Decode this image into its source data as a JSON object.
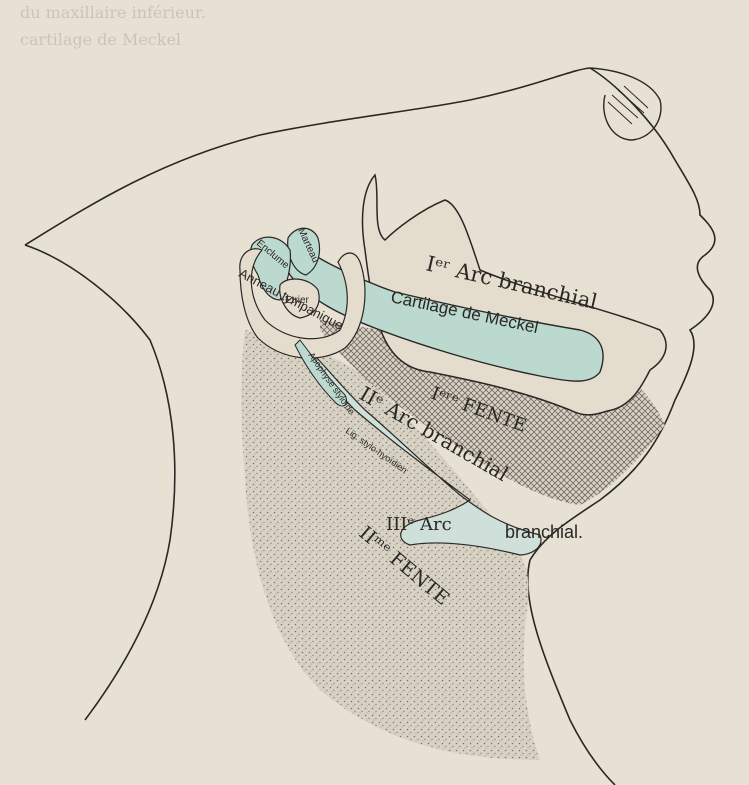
{
  "figure": {
    "background_color": "#e7e1d3",
    "ink_color": "#2a2724",
    "cartilage_color": "#bcd9d0",
    "faded_text": [
      "du maxillaire inférieur.",
      "cartilage de Meckel"
    ],
    "labels": {
      "arc1": "Iᵉʳ Arc branchial",
      "meckel": "Cartilage de Meckel",
      "marteau": "Marteau",
      "enclume": "Enclume",
      "etrier": "Etrier",
      "anneau": "Anneau tympanique",
      "apophyse": "Apophyse styloïde",
      "fente1": "Iᵉʳᵉ FENTE",
      "arc2": "IIᵉ Arc branchial",
      "lig": "Lig. stylo-hyoïdien",
      "arc3a": "IIIᵉ Arc",
      "arc3b": "branchial.",
      "fente2": "IIᵐᵉ FENTE"
    }
  }
}
